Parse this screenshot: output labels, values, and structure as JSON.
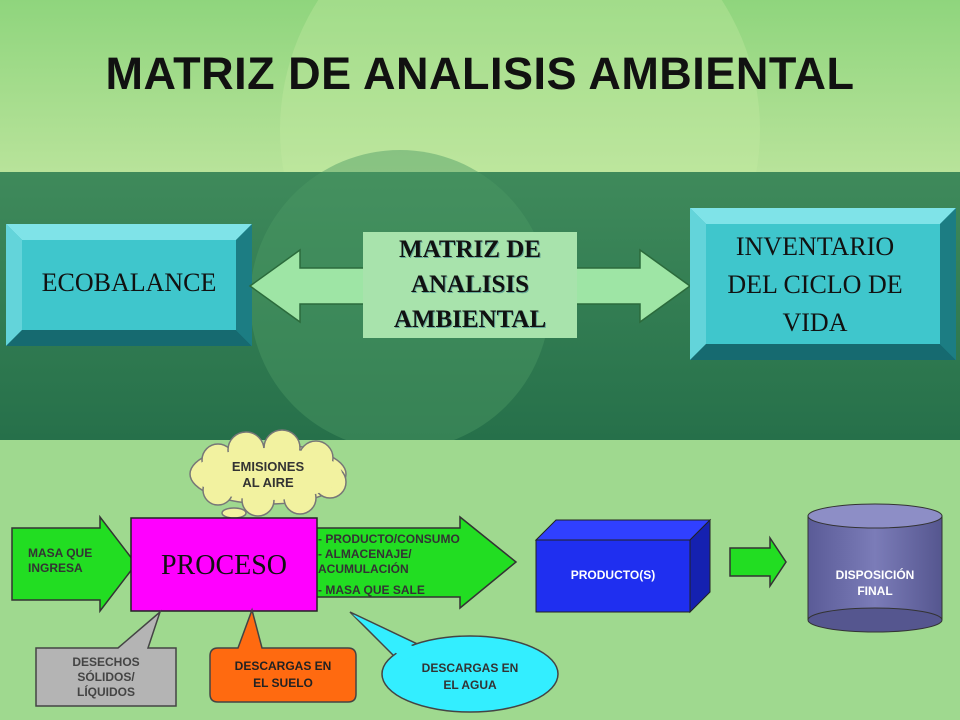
{
  "title": "MATRIZ DE ANALISIS AMBIENTAL",
  "top_diagram": {
    "left_box": "ECOBALANCE",
    "center_lines": [
      "MATRIZ DE",
      "ANALISIS",
      "AMBIENTAL"
    ],
    "right_box_lines": [
      "INVENTARIO",
      "DEL CICLO DE",
      "VIDA"
    ]
  },
  "process_diagram": {
    "cloud_lines": [
      "EMISIONES",
      "AL AIRE"
    ],
    "input_arrow_lines": [
      "MASA QUE",
      "INGRESA"
    ],
    "process_box": "PROCESO",
    "output_lines": [
      "- PRODUCTO/CONSUMO",
      "- ALMACENAJE/",
      "ACUMULACIÓN",
      "- MASA QUE SALE"
    ],
    "product_box_lines": [
      "PRODUCTO(S)"
    ],
    "final_lines": [
      "DISPOSICIÓN",
      "FINAL"
    ],
    "callout_solid_lines": [
      "DESECHOS",
      "SÓLIDOS/",
      "LÍQUIDOS"
    ],
    "callout_soil_lines": [
      "DESCARGAS EN",
      "EL SUELO"
    ],
    "callout_water_lines": [
      "DESCARGAS EN",
      "EL AGUA"
    ]
  },
  "colors": {
    "header_green": "#8dd27a",
    "dark_band": "#2d7a4f",
    "bottom_bg": "#9fd98f",
    "teal_box": "#3fc6cc",
    "magenta": "#ff00ff",
    "arrow_green": "#22dd22",
    "product_blue": "#1f2ff0",
    "cylinder_purple": "#6a6ba6",
    "callout_gray": "#b4b4b4",
    "callout_orange": "#ff6a10",
    "callout_cyan": "#33eeff"
  }
}
